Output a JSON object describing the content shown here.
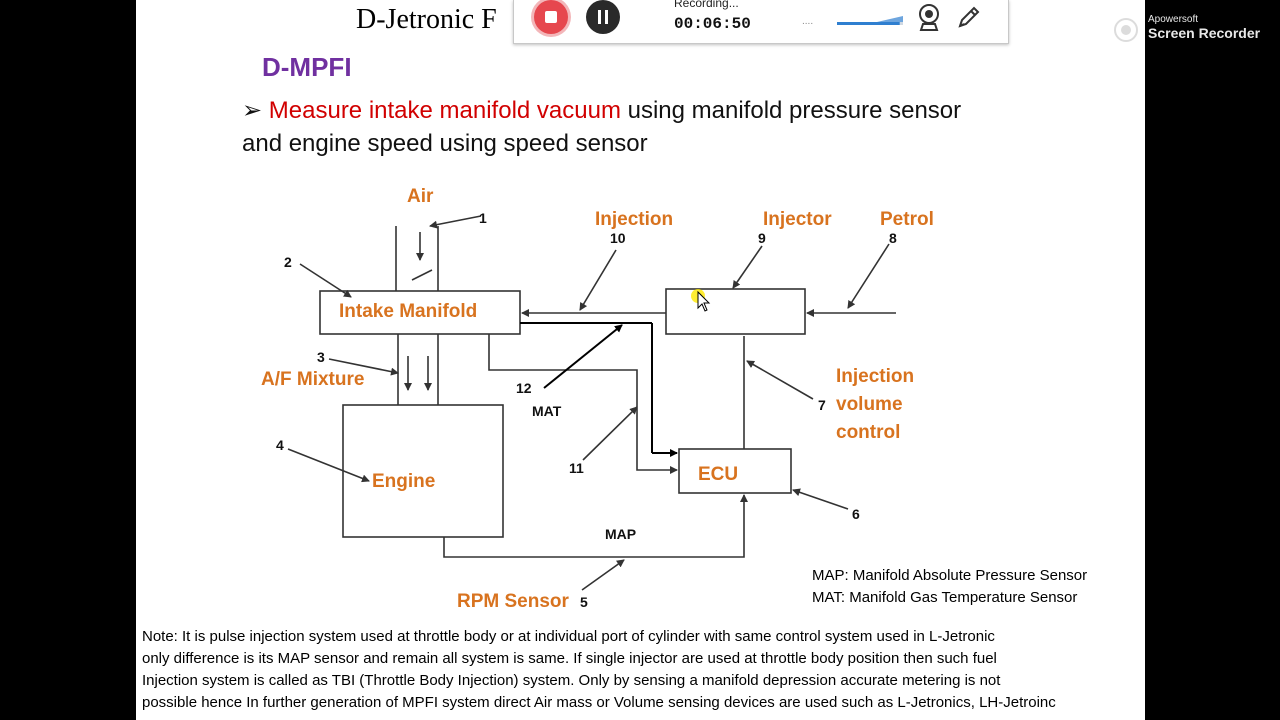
{
  "slide": {
    "title": "D-Jetronic F",
    "heading": "D-MPFI",
    "bullet_marker": "➢",
    "bullet_highlight": "Measure intake manifold vacuum",
    "bullet_rest": " using manifold pressure sensor",
    "bullet_line2": "and engine speed using speed sensor"
  },
  "diagram": {
    "labels": {
      "air": "Air",
      "injection": "Injection",
      "injector": "Injector",
      "petrol": "Petrol",
      "intake_manifold": "Intake Manifold",
      "af_mixture": "A/F Mixture",
      "engine": "Engine",
      "ecu": "ECU",
      "injection_volume_control_1": "Injection",
      "injection_volume_control_2": "volume",
      "injection_volume_control_3": "control",
      "rpm_sensor": "RPM Sensor",
      "mat": "MAT",
      "map": "MAP"
    },
    "numbers": [
      "1",
      "2",
      "3",
      "4",
      "5",
      "6",
      "7",
      "8",
      "9",
      "10",
      "11",
      "12"
    ],
    "colors": {
      "label_orange": "#d8731f",
      "line": "#333333",
      "highlight_line": "#000000"
    }
  },
  "legend": {
    "map": "MAP: Manifold Absolute Pressure Sensor",
    "mat": "MAT: Manifold Gas Temperature Sensor"
  },
  "note": {
    "line1": "Note: It is pulse injection system used at throttle body or at individual port of cylinder with same control system used in L-Jetronic",
    "line2": "only difference is its MAP sensor and remain all system is same. If single injector are used at throttle body position then such fuel",
    "line3": "Injection system is called as TBI (Throttle Body Injection) system. Only by sensing a manifold depression accurate metering is not",
    "line4": "possible hence In further generation of MPFI system direct Air mass or Volume sensing devices are used such as L-Jetronics, LH-Jetroinc"
  },
  "recorder": {
    "status": "Recording...",
    "time": "00:06:50",
    "dots": "....",
    "stop_icon": "stop-icon",
    "pause_icon": "pause-icon",
    "webcam_icon": "webcam-icon",
    "pen_icon": "pen-icon",
    "volume_level": 0.95,
    "accent": "#2f7fd0",
    "stop_color": "#e6474e"
  },
  "watermark": {
    "brand": "Apowersoft",
    "product": "Screen Recorder"
  }
}
